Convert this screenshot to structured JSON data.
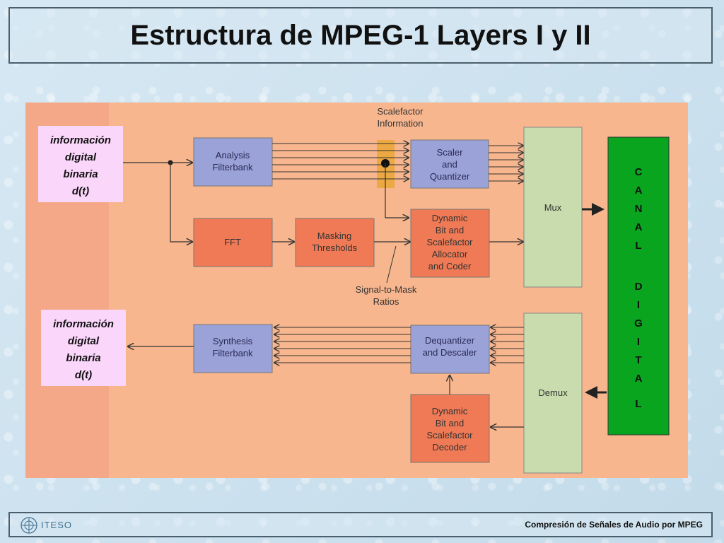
{
  "slide": {
    "title": "Estructura de MPEG-1 Layers I y II",
    "footer": "Compresión de Señales de Audio por MPEG",
    "logo": {
      "name": "ITESO",
      "icon": "iteso-logo-icon"
    }
  },
  "diagram": {
    "input_box": [
      "información",
      "digital",
      "binaria",
      "d(t)"
    ],
    "output_box": [
      "información",
      "digital",
      "binaria",
      "d(t)"
    ],
    "analysis": [
      "Analysis",
      "Filterbank"
    ],
    "fft": [
      "FFT"
    ],
    "masking": [
      "Masking",
      "Thresholds"
    ],
    "scaler": [
      "Scaler",
      "and",
      "Quantizer"
    ],
    "allocator": [
      "Dynamic",
      "Bit and",
      "Scalefactor",
      "Allocator",
      "and Coder"
    ],
    "mux": [
      "Mux"
    ],
    "scalefactor_info": [
      "Scalefactor",
      "Information"
    ],
    "smr": [
      "Signal-to-Mask",
      "Ratios"
    ],
    "synthesis": [
      "Synthesis",
      "Filterbank"
    ],
    "dequantizer": [
      "Dequantizer",
      "and Descaler"
    ],
    "decoder": [
      "Dynamic",
      "Bit and",
      "Scalefactor",
      "Decoder"
    ],
    "demux": [
      "Demux"
    ],
    "canal": [
      "C",
      "A",
      "N",
      "A",
      "L",
      "",
      "D",
      "I",
      "G",
      "I",
      "T",
      "A",
      "L"
    ]
  },
  "colors": {
    "background_panel": "#f7b68e",
    "blue_box": "#9aa2d8",
    "orange_box": "#ef7a55",
    "green_box": "#c8dcae",
    "canal_green": "#0aa51f",
    "pink_box": "#fbd6fb",
    "highlight": "#e8a530"
  }
}
